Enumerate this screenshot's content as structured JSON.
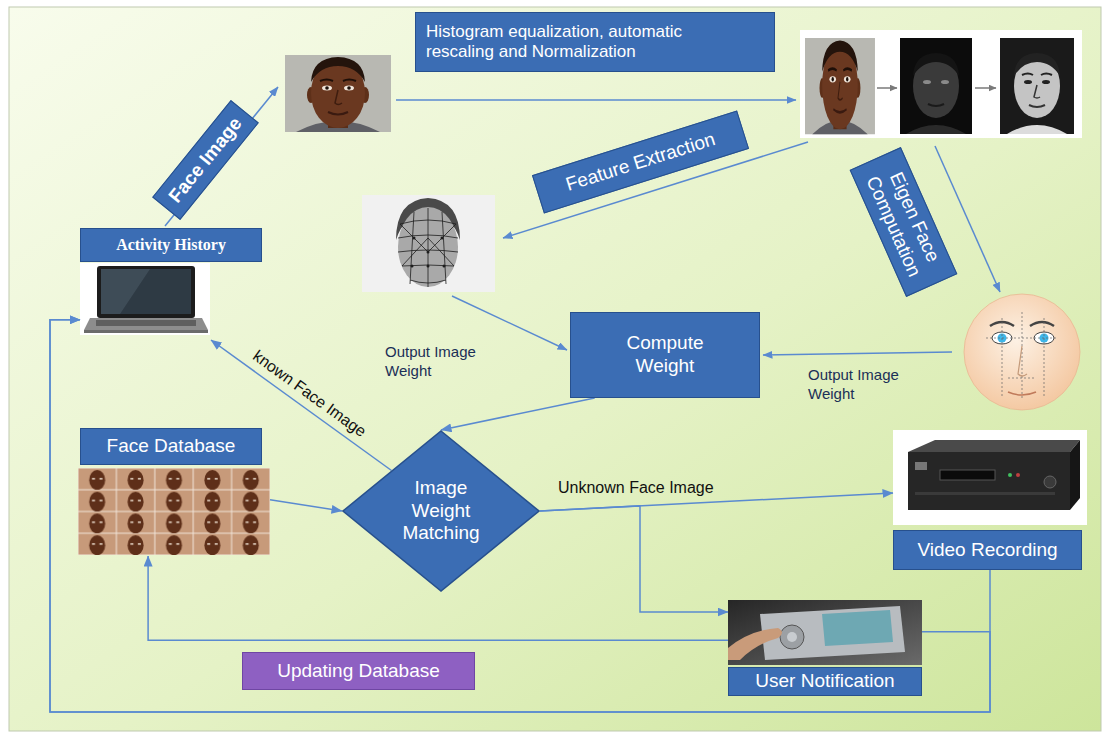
{
  "diagram": {
    "nodes": [
      {
        "text": [
          "Face Image"
        ]
      },
      {
        "text": [
          "Histogram equalization, automatic rescaling and Normalization"
        ]
      },
      {
        "text": [
          "Feature Extraction"
        ]
      },
      {
        "text": [
          "Eigen Face Computation"
        ]
      },
      {
        "text": [
          "Activity History"
        ]
      },
      {
        "text": [
          "Compute Weight"
        ]
      },
      {
        "text": [
          "Image Weight Matching"
        ]
      },
      {
        "text": [
          "Face Database"
        ]
      },
      {
        "text": [
          "Video Recording"
        ]
      },
      {
        "text": [
          "User Notification"
        ]
      },
      {
        "text": [
          "Updating Database"
        ]
      }
    ],
    "edges": [
      {
        "from": 5,
        "to": 6,
        "arrow": "to"
      },
      {
        "from": 7,
        "to": 6,
        "arrow": "to"
      },
      {
        "from": 6,
        "to": 4,
        "label": "known Face Image",
        "arrow": "to"
      },
      {
        "from": 6,
        "to": 8,
        "label": "Unknown Face Image",
        "arrow": "to"
      },
      {
        "from": 6,
        "to": 9,
        "arrow": "to"
      },
      {
        "from": 9,
        "to": 7,
        "arrow": "to"
      },
      {
        "from": 8,
        "to": 4,
        "arrow": "to"
      },
      {
        "from": 9,
        "to": 4,
        "arrow": "to"
      }
    ],
    "labels": [
      "Output Image Weight",
      "Output Image Weight"
    ]
  }
}
